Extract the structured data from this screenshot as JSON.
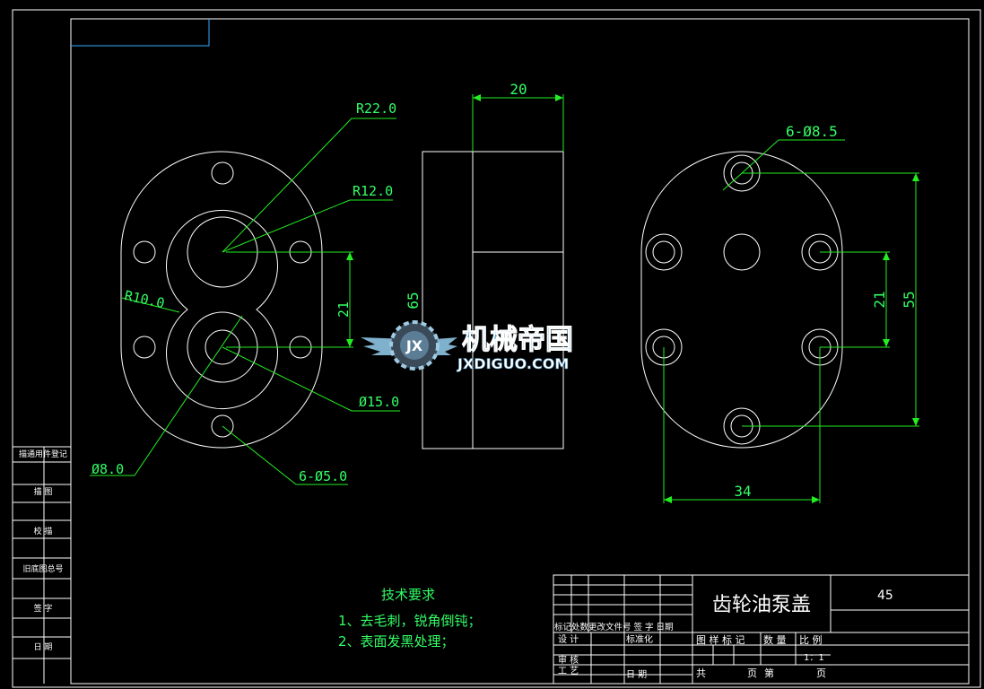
{
  "colors": {
    "background": "#000000",
    "frame": "#ffffff",
    "dimension": "#22ee22",
    "blue_frame": "#33aaff",
    "text_white": "#ffffff",
    "text_green": "#33ff66"
  },
  "left_view": {
    "r22": "R22.0",
    "r12": "R12.0",
    "r10": "R10.0",
    "dim21": "21",
    "d15": "Ø15.0",
    "d8": "Ø8.0",
    "holes": "6-Ø5.0"
  },
  "middle_view": {
    "width20": "20",
    "height65": "65"
  },
  "right_view": {
    "holes": "6-Ø8.5",
    "dim21": "21",
    "dim55": "55",
    "dim34": "34"
  },
  "watermark": {
    "name": "机械帝国",
    "site": "JXDIGUO.COM",
    "badge": "JX"
  },
  "side_strip": {
    "items": [
      "描通用件登记",
      "描 图",
      "校 描",
      "旧底图总号",
      "签 字",
      "日 期"
    ]
  },
  "notes": {
    "title": "技术要求",
    "line1": "1、去毛刺，锐角倒钝；",
    "line2": "2、表面发黑处理；"
  },
  "title_block": {
    "part_name": "齿轮油泵盖",
    "material": "45",
    "rev_header": "标记处数更改文件号 签 字 日期",
    "design": "设 计",
    "standard": "标准化",
    "check": "审 核",
    "process": "工 艺",
    "date": "日 期",
    "stage_header": "图 样 标 记",
    "qty": "数 量",
    "scale_label": "比 例",
    "scale": "1：1",
    "total_sheets": "共",
    "page_label1": "页",
    "sheet_no": "第",
    "page_label2": "页"
  }
}
